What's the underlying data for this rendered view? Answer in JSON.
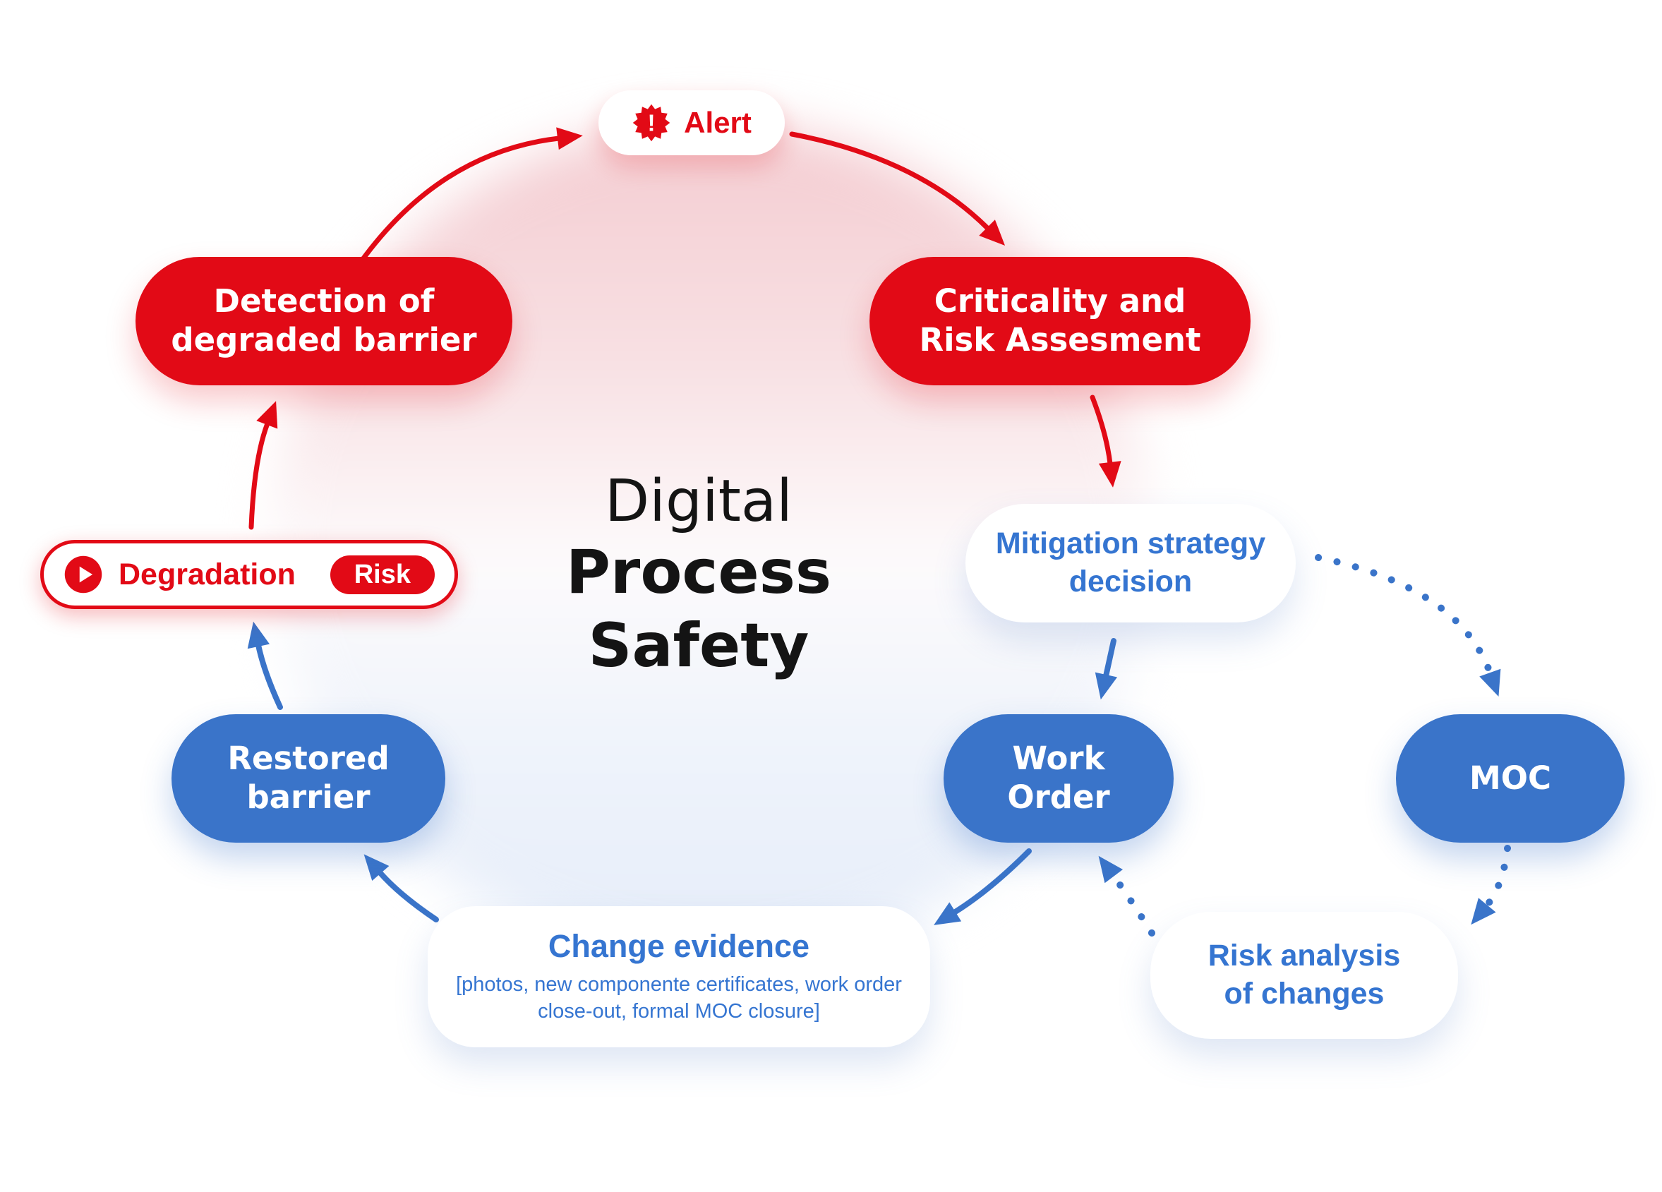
{
  "diagram": {
    "center_title": {
      "line1": "Digital",
      "line2": "Process",
      "line3": "Safety"
    },
    "colors": {
      "red": "#E20A16",
      "blue_fill": "#3A74C9",
      "blue_text": "#3575D1",
      "pink_circle_top": "#F4CCD1",
      "blue_circle_bottom": "#E6EDF9",
      "title_text": "#141414"
    },
    "nodes": {
      "alert": {
        "label": "Alert",
        "icon": "alert-seal-icon"
      },
      "detection": {
        "label": "Detection of\ndegraded barrier"
      },
      "criticality": {
        "label": "Criticality and\nRisk Assesment"
      },
      "mitigation": {
        "label": "Mitigation strategy\ndecision"
      },
      "work_order": {
        "label": "Work\nOrder"
      },
      "moc": {
        "label": "MOC"
      },
      "risk_analysis": {
        "label": "Risk analysis\nof changes"
      },
      "change_evidence": {
        "title": "Change evidence",
        "subtext": "[photos, new componente certificates, work order close-out, formal MOC closure]"
      },
      "restored": {
        "label": "Restored\nbarrier"
      },
      "degradation": {
        "label": "Degradation",
        "badge": "Risk",
        "icon": "play-icon"
      }
    }
  }
}
